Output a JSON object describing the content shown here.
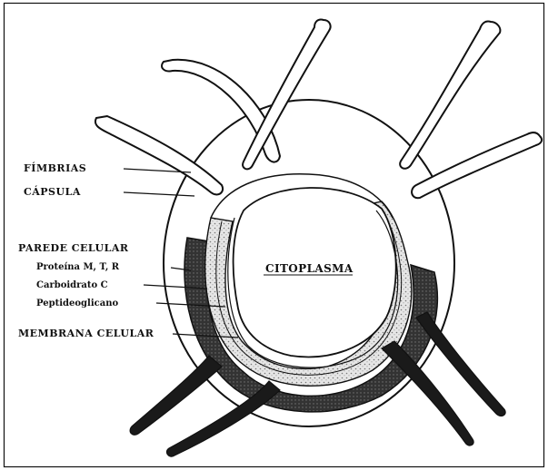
{
  "labels": {
    "fimbrias": "FÍMBRIAS",
    "capsula": "CÁPSULA",
    "parede_celular": "PAREDE CELULAR",
    "proteina": "Proteína  M, T, R",
    "carboidrato": "Carboidrato C",
    "peptideoglicano": "Peptideoglicano",
    "membrana_celular": "MEMBRANA CELULAR",
    "citoplasma": "CITOPLASMA"
  },
  "colors": {
    "ink": "#111111",
    "paper": "#ffffff",
    "wall_dark": "#3a3a3a",
    "wall_dotted": "#d9d9d9"
  }
}
